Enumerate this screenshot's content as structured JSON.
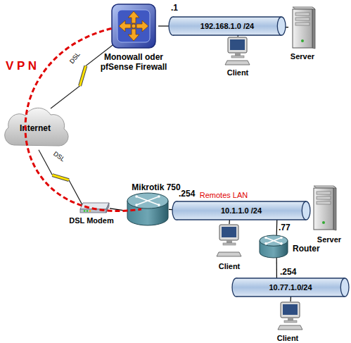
{
  "diagram": {
    "nodes": [
      {
        "text": [
          "Monowall oder pfSense Firewall"
        ]
      },
      {
        "text": [
          "192.168.1.0 /24"
        ]
      },
      {
        "text": [
          "Client"
        ]
      },
      {
        "text": [
          "Server"
        ]
      },
      {
        "text": [
          "Internet"
        ]
      },
      {
        "text": [
          "DSL Modem"
        ]
      },
      {
        "text": [
          "Mikrotik 750"
        ]
      },
      {
        "text": [
          "Remotes LAN",
          "10.1.1.0 /24"
        ]
      },
      {
        "text": [
          "Client"
        ]
      },
      {
        "text": [
          "Server"
        ]
      },
      {
        "text": [
          "Router"
        ]
      },
      {
        "text": [
          "10.77.1.0/24"
        ]
      },
      {
        "text": [
          "Client"
        ]
      }
    ],
    "edges": [
      {
        "from": 0,
        "to": 1,
        "arrow": "none"
      },
      {
        "from": 2,
        "to": 1,
        "arrow": "none"
      },
      {
        "from": 3,
        "to": 1,
        "arrow": "none"
      },
      {
        "from": 0,
        "to": 4,
        "label": "DSL",
        "arrow": "none"
      },
      {
        "from": 4,
        "to": 5,
        "label": "DSL",
        "arrow": "none"
      },
      {
        "from": 5,
        "to": 6,
        "arrow": "none"
      },
      {
        "from": 0,
        "to": 6,
        "label": "V P N",
        "arrow": "none"
      },
      {
        "from": 6,
        "to": 7,
        "arrow": "none"
      },
      {
        "from": 8,
        "to": 7,
        "arrow": "none"
      },
      {
        "from": 9,
        "to": 7,
        "arrow": "none"
      },
      {
        "from": 10,
        "to": 7,
        "arrow": "none"
      },
      {
        "from": 10,
        "to": 11,
        "arrow": "none"
      },
      {
        "from": 12,
        "to": 11,
        "arrow": "none"
      }
    ],
    "labels": [
      ".1",
      ".254",
      ".77",
      ".254"
    ]
  }
}
